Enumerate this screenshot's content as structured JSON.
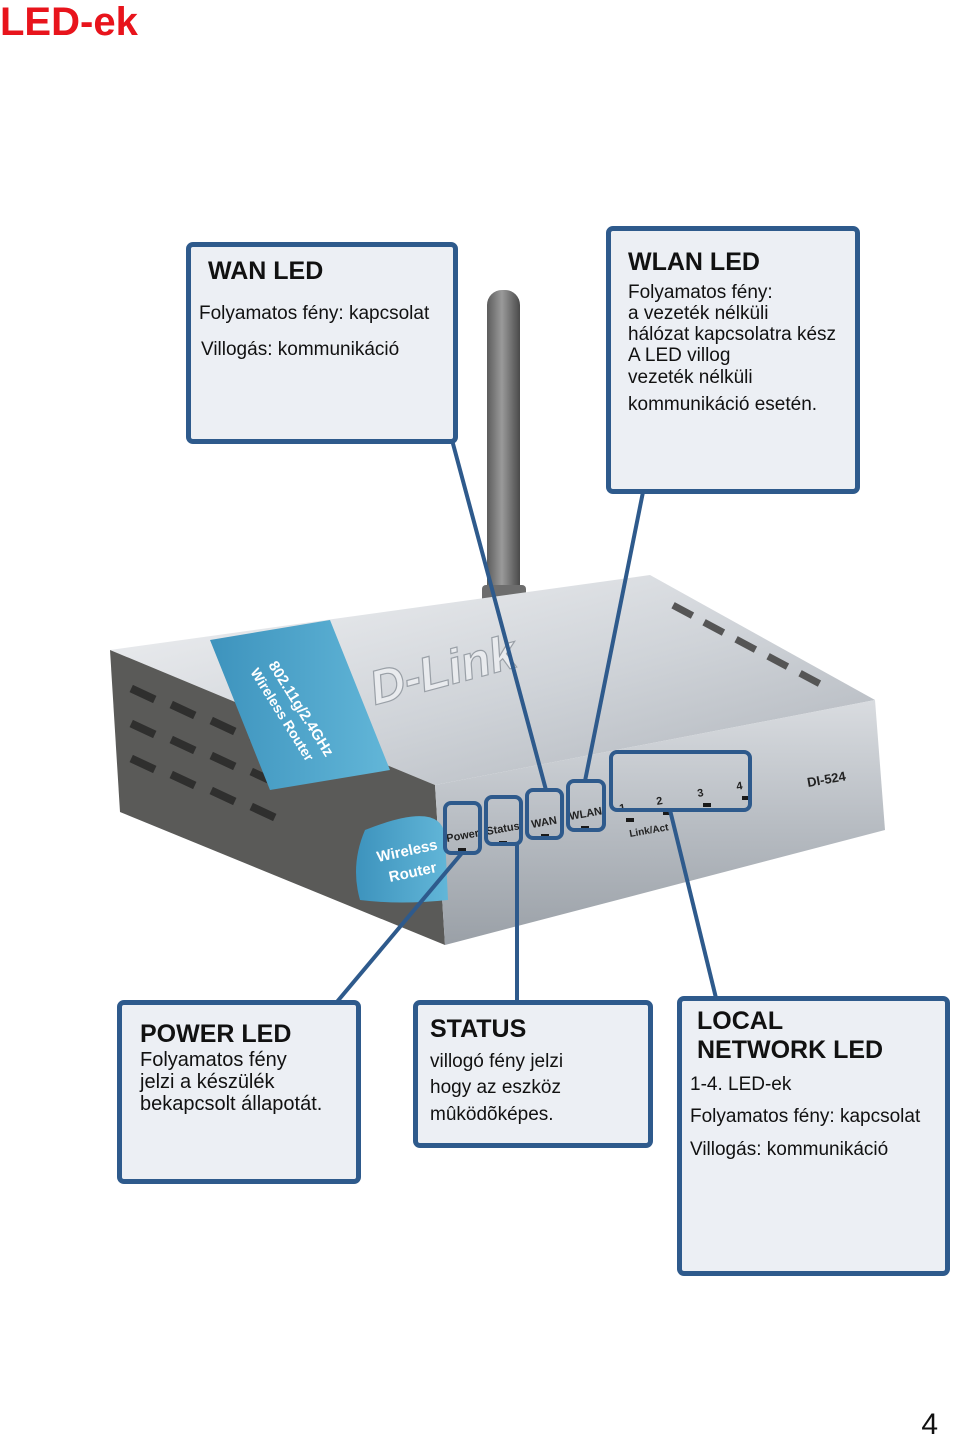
{
  "page_title": "LED-ek",
  "page_number": "4",
  "router": {
    "front_labels": [
      "Power",
      "Status",
      "WAN",
      "WLAN"
    ],
    "port_numbers": [
      "1",
      "2",
      "3",
      "4"
    ],
    "link_act": "Link/Act",
    "model": "DI-524",
    "brand": "D-Link",
    "badge_line1": "802.11g/2.4GHz",
    "badge_line2": "Wireless Router",
    "side_line1": "Wireless",
    "side_line2": "Router"
  },
  "callouts": {
    "wan": {
      "title": "WAN LED",
      "line1": "Folyamatos fény: kapcsolat",
      "line2": "Villogás: kommunikáció"
    },
    "wlan": {
      "title": "WLAN LED",
      "line1": "Folyamatos fény:",
      "line2": "a vezeték nélküli",
      "line3": "hálózat kapcsolatra kész",
      "line4": "A LED villog",
      "line5": "vezeték nélküli",
      "line6": "kommunikáció esetén."
    },
    "power": {
      "title": "POWER LED",
      "line1": "Folyamatos fény",
      "line2": "jelzi a készülék",
      "line3": "bekapcsolt állapotát."
    },
    "status": {
      "title": "STATUS",
      "line1": "villogó fény jelzi",
      "line2": "hogy az eszköz",
      "line3": "mûködõképes."
    },
    "local": {
      "title1": "LOCAL",
      "title2": "NETWORK LED",
      "line1": "1-4. LED-ek",
      "line2": "Folyamatos fény: kapcsolat",
      "line3": "Villogás: kommunikáció"
    }
  },
  "colors": {
    "title_red": "#e8141c",
    "callout_border": "#2e5a8c",
    "callout_fill": "#eceff4"
  }
}
